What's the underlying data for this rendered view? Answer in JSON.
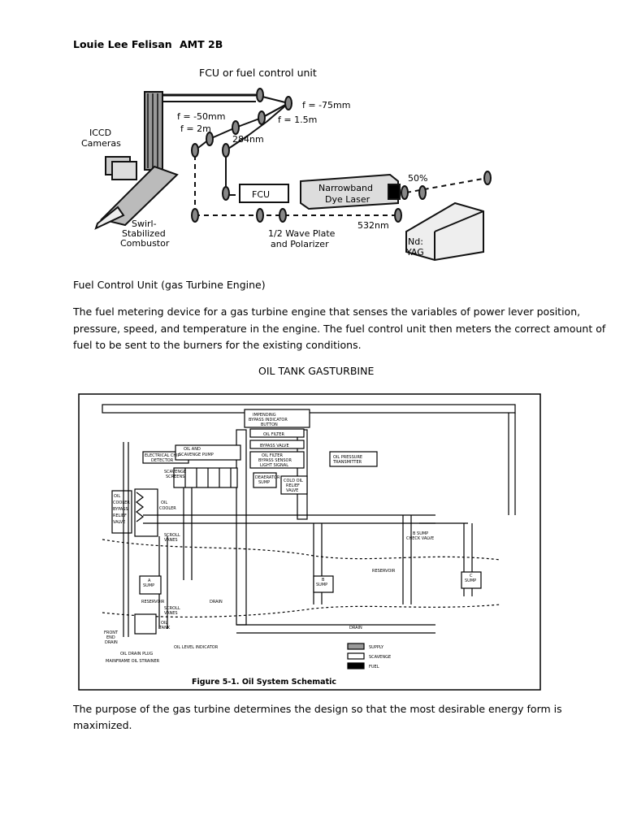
{
  "header": {
    "author": "Louie Lee Felisan",
    "course": "AMT 2B"
  },
  "figure1": {
    "caption": "FCU or fuel control unit",
    "labels": {
      "iccd": "ICCD",
      "cameras": "Cameras",
      "f50": "f = -50mm",
      "f2": "f = 2m",
      "f75": "f = -75mm",
      "f15": "f = 1.5m",
      "nm284": "284nm",
      "fcu": "FCU",
      "narrowband": "Narrowband",
      "dye_laser": "Dye Laser",
      "pct50": "50%",
      "nm532": "532nm",
      "swirl": "Swirl-",
      "stabilized": "Stabilized",
      "combustor": "Combustor",
      "wave_plate": "1/2 Wave Plate",
      "polarizer": "and Polarizer",
      "nd": "Nd:",
      "yag": "YAG"
    }
  },
  "section1": {
    "heading": "Fuel Control Unit (gas Turbine Engine)",
    "para_lines": [
      "The fuel metering device for a gas turbine engine that senses the variables of power lever position,",
      "pressure, speed, and temperature in the engine. The fuel control unit then meters the correct amount of",
      "fuel to be sent to the burners for the existing conditions."
    ]
  },
  "section2": {
    "heading": "OIL TANK GASTURBINE"
  },
  "figure2": {
    "caption": "Figure 5-1.  Oil System Schematic",
    "labels": {
      "impending1": "IMPENDING",
      "impending2": "BYPASS INDICATOR",
      "impending3": "BUTTON",
      "oil_filter": "OIL FILTER",
      "bypass_valve": "BYPASS VALVE",
      "oil_filter_bypass1": "OIL FILTER",
      "oil_filter_bypass2": "BYPASS SENSOR",
      "oil_filter_bypass3": "LIGHT SIGNAL",
      "oil_pressure1": "OIL PRESSURE",
      "oil_pressure2": "TRANSMITTER",
      "oil_scav1": "OIL AND",
      "oil_scav2": "SCAVENGE PUMP",
      "chip1": "ELECTRICAL CHIP",
      "chip2": "DETECTOR",
      "screens1": "SCAVENGE",
      "screens2": "SCREENS",
      "deaerator1": "DEAERATOR",
      "deaerator2": "SUMP",
      "cold_oil1": "COLD OIL",
      "cold_oil2": "RELIEF",
      "cold_oil3": "VALVE",
      "cooler_bypass1": "OIL",
      "cooler_bypass2": "COOLER",
      "cooler_bypass3": "BYPASS",
      "cooler_bypass4": "RELIEF",
      "cooler_bypass5": "VALVE",
      "oil_cooler1": "OIL",
      "oil_cooler2": "COOLER",
      "scroll_vanes1": "SCROLL",
      "scroll_vanes2": "VANES",
      "a_sump1": "A",
      "a_sump2": "SUMP",
      "b_sump1": "B",
      "b_sump2": "SUMP",
      "c_sump1": "C",
      "c_sump2": "SUMP",
      "b_check1": "B SUMP",
      "b_check2": "CHECK VALVE",
      "reservoir_left": "RESERVOIR",
      "reservoir_right": "RESERVOIR",
      "drain1": "DRAIN",
      "drain2": "DRAIN",
      "scroll_vanes_low1": "SCROLL",
      "scroll_vanes_low2": "VANES",
      "oil_tank1": "OIL",
      "oil_tank2": "TANK",
      "front_end1": "FRONT",
      "front_end2": "END",
      "front_end3": "DRAIN",
      "oil_drain_plug": "OIL DRAIN PLUG",
      "oil_level": "OIL LEVEL INDICATOR",
      "mainframe": "MAINFRAME OIL STRAINER",
      "legend_supply": "SUPPLY",
      "legend_scavenge": "SCAVENGE",
      "legend_fuel": "FUEL"
    }
  },
  "section3": {
    "para_lines": [
      "The purpose of the gas turbine determines the design so that the most desirable energy form is",
      "maximized."
    ]
  }
}
